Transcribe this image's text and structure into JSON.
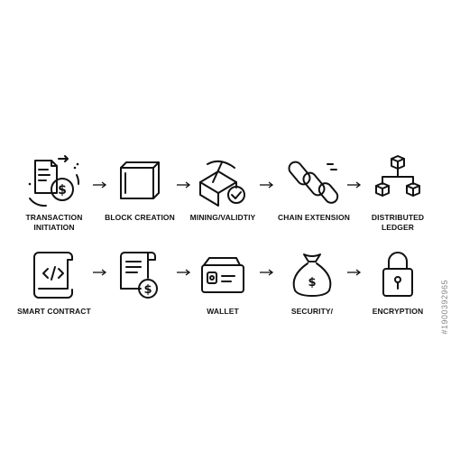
{
  "row1": [
    {
      "icon": "document-exchange-dollar-icon",
      "label": "TRANSACTION\nINITIATION"
    },
    {
      "icon": "block-icon",
      "label": "BLOCK CREATION"
    },
    {
      "icon": "mining-pickaxe-icon",
      "label": "MINING/VALIDTIY"
    },
    {
      "icon": "chain-link-icon",
      "label": "CHAIN EXTENSION"
    },
    {
      "icon": "distributed-cubes-icon",
      "label": "DISTRIBUTED\nLEDGER"
    }
  ],
  "row2": [
    {
      "icon": "code-scroll-icon",
      "label": "SMART CONTRACT"
    },
    {
      "icon": "receipt-dollar-icon",
      "label": ""
    },
    {
      "icon": "wallet-icon",
      "label": "WALLET"
    },
    {
      "icon": "money-bag-icon",
      "label": "SECURITY/"
    },
    {
      "icon": "padlock-icon",
      "label": "ENCRYPTION"
    }
  ],
  "watermark": "#1900392965",
  "colors": {
    "stroke": "#111111",
    "background": "#ffffff"
  }
}
